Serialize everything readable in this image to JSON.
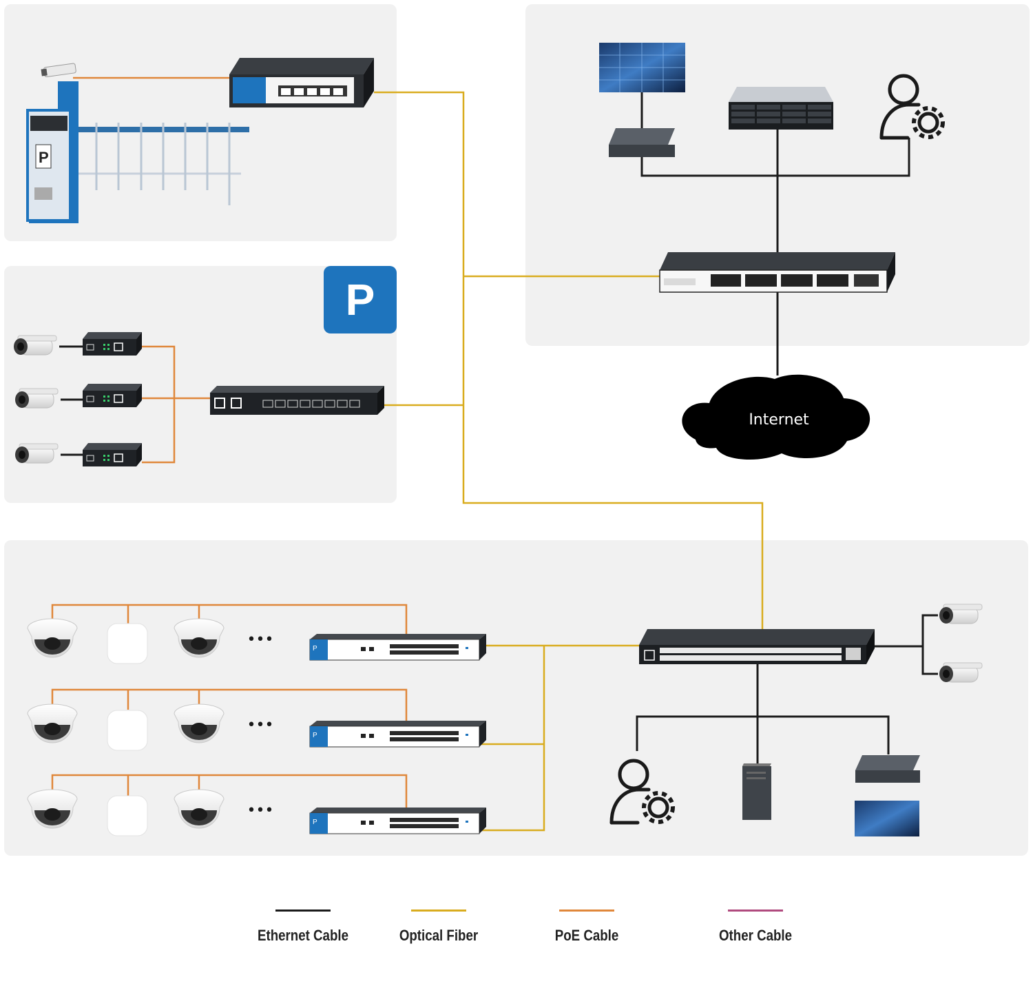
{
  "zones": {
    "parking_gate": "parking-gate-area",
    "parking_lot": "parking-lot-area",
    "control_center": "control-center-area",
    "building": "building-area"
  },
  "parking_sign": {
    "label": "P"
  },
  "internet": {
    "label": "Internet"
  },
  "legend": {
    "items": [
      {
        "label": "Ethernet Cable",
        "color": "#1a1a1a"
      },
      {
        "label": "Optical Fiber",
        "color": "#d9ac1e"
      },
      {
        "label": "PoE Cable",
        "color": "#e0873a"
      },
      {
        "label": "Other Cable",
        "color": "#b04a7e"
      }
    ]
  },
  "colors": {
    "zone_bg": "#f1f1f1",
    "ethernet": "#1a1a1a",
    "fiber": "#d9ac1e",
    "poe": "#e0873a",
    "switch_body": "#2d3136",
    "brand_blue": "#1e74bd"
  },
  "icons": [
    "parking-kiosk-icon",
    "barrier-gate-icon",
    "camera-icon",
    "media-converter-icon",
    "poe-switch-icon",
    "core-switch-icon",
    "video-wall-icon",
    "nvr-icon",
    "storage-server-icon",
    "admin-user-icon",
    "cloud-icon",
    "dome-camera-icon",
    "access-point-icon",
    "tower-server-icon",
    "monitor-icon"
  ],
  "ellipsis": "•••"
}
